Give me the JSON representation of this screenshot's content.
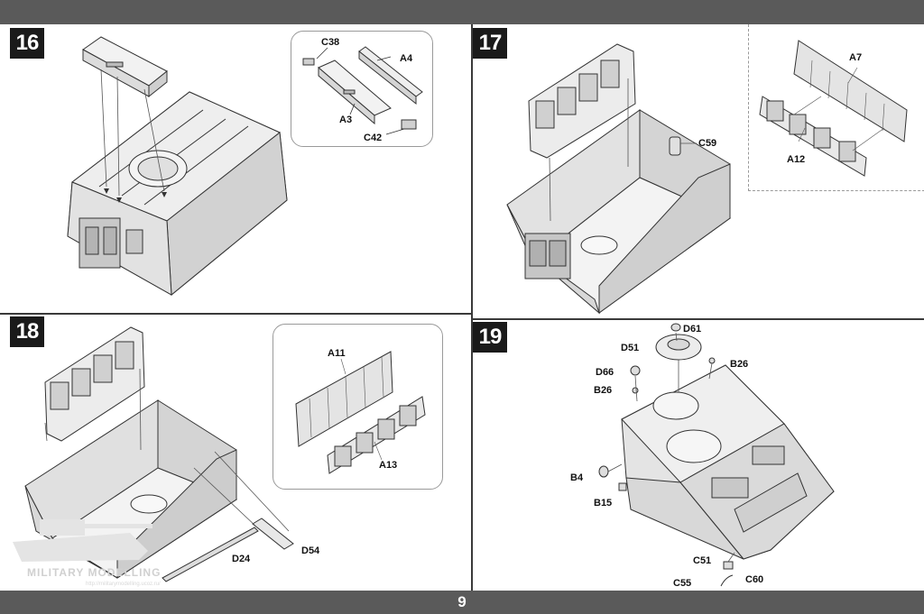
{
  "page": {
    "number": "9"
  },
  "watermark": {
    "title": "MILITARY MODELLING",
    "subtitle": "http://militarymodelling.ucoz.ru/"
  },
  "colors": {
    "bars": "#5a5a5a",
    "step_badge": "#1a1a1a",
    "part_fill": "#e6e6e6",
    "line": "#333333"
  },
  "steps": [
    {
      "number": "16",
      "parts": [
        "C38",
        "A4",
        "A3",
        "C42"
      ]
    },
    {
      "number": "17",
      "parts": [
        "A7",
        "A12",
        "C59"
      ]
    },
    {
      "number": "18",
      "parts": [
        "A11",
        "A13",
        "D24",
        "D54"
      ]
    },
    {
      "number": "19",
      "parts": [
        "D61",
        "D51",
        "B26",
        "D66",
        "B26",
        "B4",
        "B15",
        "C51",
        "C55",
        "C60"
      ]
    }
  ]
}
